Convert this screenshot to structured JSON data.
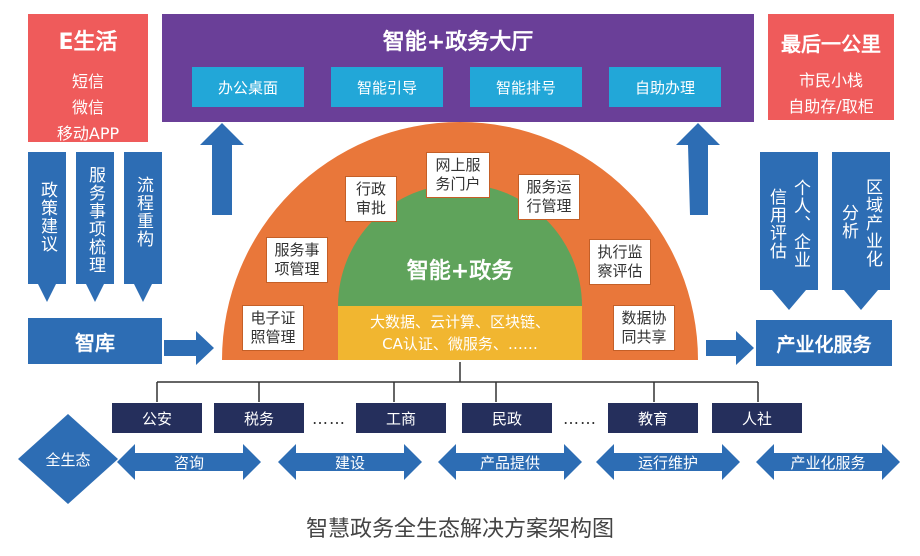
{
  "left_top": {
    "title": "E生活",
    "lines": [
      "短信",
      "微信",
      "移动APP"
    ]
  },
  "hall": {
    "title": "智能+政务大厅",
    "tabs": [
      "办公桌面",
      "智能引导",
      "智能排号",
      "自助办理"
    ]
  },
  "right_top": {
    "title": "最后一公里",
    "lines": [
      "市民小栈",
      "自助存/取柜"
    ]
  },
  "left_columns": [
    "政策建议",
    "服务事项梳理",
    "流程重构"
  ],
  "think_tank": "智库",
  "right_columns": [
    {
      "lines": [
        "信用评估",
        "个人、企业"
      ]
    },
    {
      "lines": [
        "分析",
        "区域产业化"
      ]
    }
  ],
  "industrial_service": "产业化服务",
  "arch": {
    "center_title": "智能+政务",
    "tech": [
      "大数据、云计算、区块链、",
      "CA认证、微服务、……"
    ],
    "boxes": [
      {
        "lines": [
          "电子证",
          "照管理"
        ]
      },
      {
        "lines": [
          "服务事",
          "项管理"
        ]
      },
      {
        "lines": [
          "行政",
          "审批"
        ]
      },
      {
        "lines": [
          "网上服",
          "务门户"
        ]
      },
      {
        "lines": [
          "服务运",
          "行管理"
        ]
      },
      {
        "lines": [
          "执行监",
          "察评估"
        ]
      },
      {
        "lines": [
          "数据协",
          "同共享"
        ]
      }
    ]
  },
  "departments": [
    "公安",
    "税务",
    "……",
    "工商",
    "民政",
    "……",
    "教育",
    "人社"
  ],
  "ecosystem": "全生态",
  "bottom_arrows": [
    "咨询",
    "建设",
    "产品提供",
    "运行维护",
    "产业化服务"
  ],
  "caption": "智慧政务全生态解决方案架构图"
}
